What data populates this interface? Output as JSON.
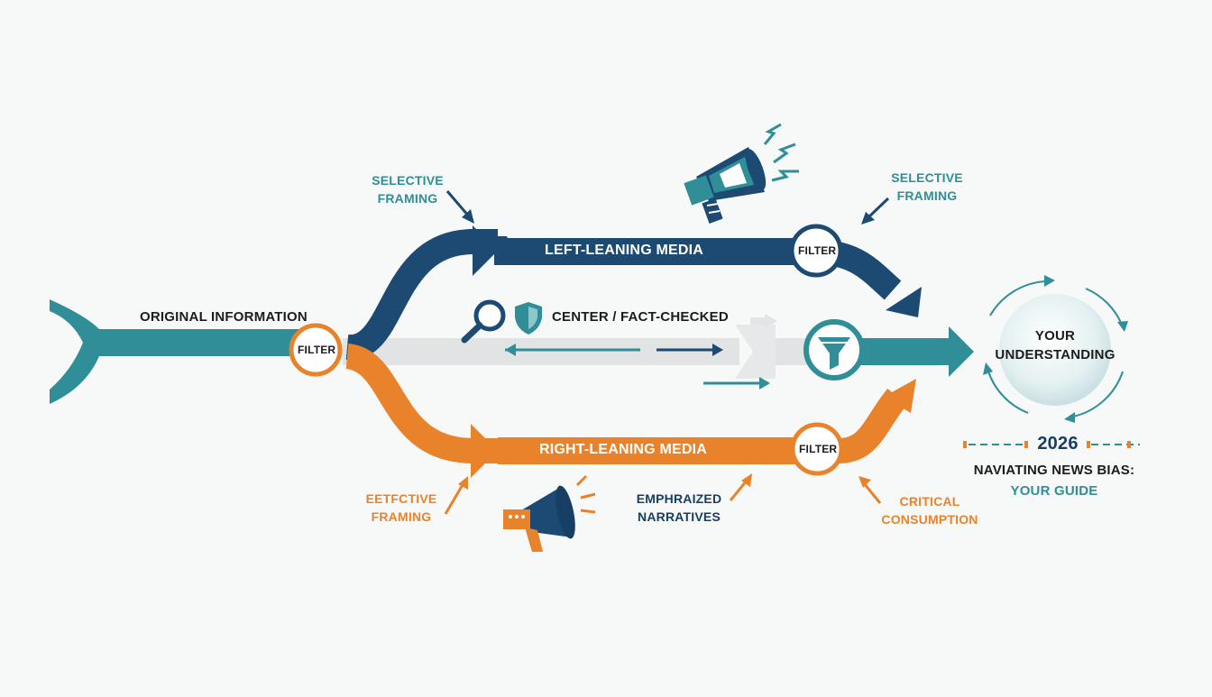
{
  "diagram": {
    "colors": {
      "teal": "#2f8e98",
      "navy": "#1c4a73",
      "orange": "#e8832c",
      "gray": "#e1e3e4"
    },
    "source_label": "ORIGINAL INFORMATION",
    "filter_label": "FILTER",
    "left_channel": "LEFT-LEANING MEDIA",
    "center_channel": "CENTER / FACT-CHECKED",
    "right_channel": "RIGHT-LEANING MEDIA",
    "top_left_caption": [
      "SELECTIVE",
      "FRAMING"
    ],
    "top_right_caption": [
      "SELECTIVE",
      "FRAMING"
    ],
    "bottom_left_caption": [
      "EETFCTIVE",
      "FRAMING"
    ],
    "bottom_mid_caption": [
      "EMPHRAIZED",
      "NARRATIVES"
    ],
    "bottom_right_caption": [
      "CRITICAL",
      "CONSUMPTION"
    ],
    "destination": [
      "YOUR",
      "UNDERSTANDING"
    ],
    "year": "2026",
    "guide_title": "NAVIATING NEWS BIAS:",
    "guide_subtitle": "YOUR GUIDE",
    "icons": [
      "megaphone-icon",
      "magnifier-icon",
      "shield-icon",
      "funnel-icon",
      "cycle-arrows-icon"
    ]
  }
}
